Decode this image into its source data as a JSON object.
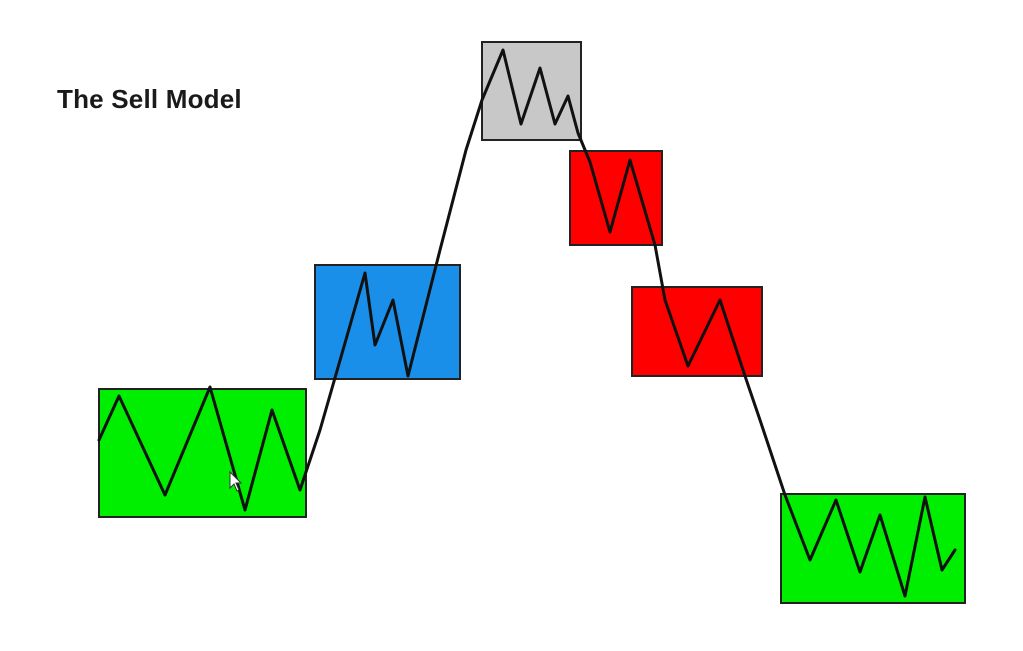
{
  "title": "The Sell Model",
  "colors": {
    "accumulation": "#00ee00",
    "manipulation": "#1a8fea",
    "distribution": "#c8c8c8",
    "markdown": "#ff0000",
    "price_line": "#111111",
    "background": "#ffffff"
  },
  "zones": [
    {
      "id": "accumulation-start",
      "color_key": "accumulation"
    },
    {
      "id": "reaccumulation",
      "color_key": "manipulation"
    },
    {
      "id": "distribution-top",
      "color_key": "distribution"
    },
    {
      "id": "redistribution-1",
      "color_key": "markdown"
    },
    {
      "id": "redistribution-2",
      "color_key": "markdown"
    },
    {
      "id": "accumulation-end",
      "color_key": "accumulation"
    }
  ]
}
